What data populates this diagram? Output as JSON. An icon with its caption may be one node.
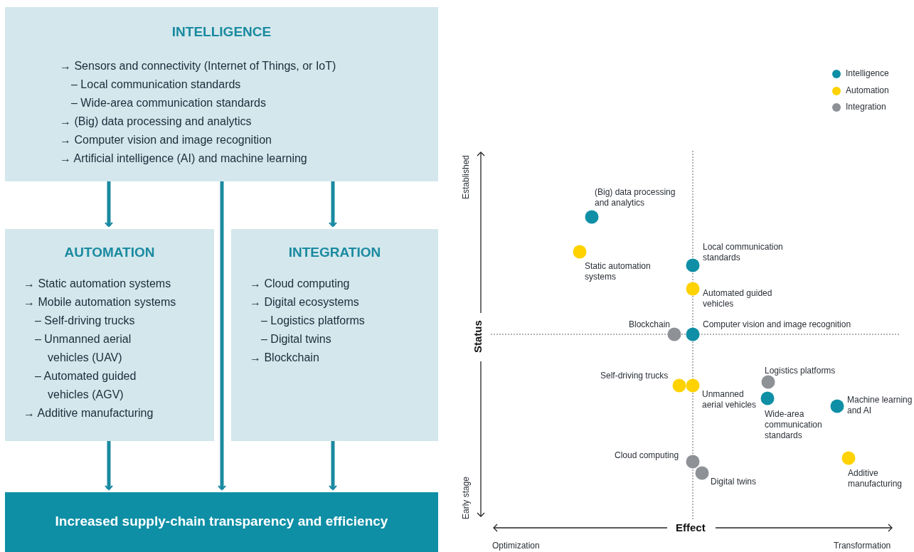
{
  "diagram": {
    "nodes": [
      {
        "text": [
          "INTELLIGENCE",
          "→ Sensors and connectivity (Internet of Things, or IoT)",
          "– Local communication standards",
          "– Wide-area communication standards",
          "→ (Big) data processing and analytics",
          "→ Computer vision and image recognition",
          "→ Artificial intelligence (AI) and machine learning"
        ]
      },
      {
        "text": [
          "AUTOMATION",
          "→ Static automation systems",
          "→ Mobile automation systems",
          "– Self-driving trucks",
          "– Unmanned aerial vehicles (UAV)",
          "– Automated guided vehicles (AGV)",
          "→ Additive manufacturing"
        ]
      },
      {
        "text": [
          "INTEGRATION",
          "→ Cloud computing",
          "→ Digital ecosystems",
          "– Logistics platforms",
          "– Digital twins",
          "→ Blockchain"
        ]
      },
      {
        "text": [
          "Increased supply-chain transparency and efficiency"
        ]
      }
    ],
    "edges": [
      {
        "from": 0,
        "to": 1,
        "arrow": "to"
      },
      {
        "from": 0,
        "to": 3,
        "arrow": "to"
      },
      {
        "from": 0,
        "to": 2,
        "arrow": "to"
      },
      {
        "from": 1,
        "to": 3,
        "arrow": "to"
      },
      {
        "from": 2,
        "to": 3,
        "arrow": "to"
      }
    ],
    "labels": [
      "Established",
      "(Big) data processing and analytics",
      "Static automation systems",
      "Local communication standards",
      "Automated guided vehicles",
      "Status",
      "Blockchain",
      "Computer vision and image recognition",
      "Logistics platforms",
      "Self-driving trucks",
      "Unmanned aerial vehicles",
      "Machine learning and AI",
      "Wide-area communication standards",
      "Cloud computing",
      "Additive manufacturing",
      "Digital twins",
      "Early stage",
      "Effect",
      "Optimization",
      "Transformation"
    ],
    "legend": [
      {
        "text": "Intelligence",
        "color": "#0e8fa5"
      },
      {
        "text": "Automation",
        "color": "#ffd200"
      },
      {
        "text": "Integration",
        "color": "#8e9196"
      }
    ]
  }
}
